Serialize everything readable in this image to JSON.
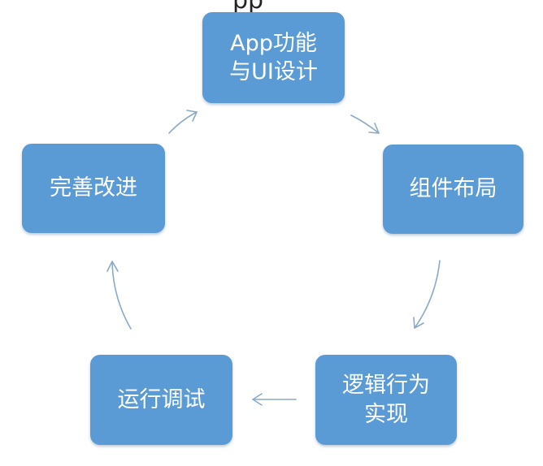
{
  "header_fragment": "pp",
  "steps": [
    {
      "line1": "App功能",
      "line2": "与UI设计"
    },
    {
      "line1": "组件布局",
      "line2": ""
    },
    {
      "line1": "逻辑行为",
      "line2": "实现"
    },
    {
      "line1": "运行调试",
      "line2": ""
    },
    {
      "line1": "完善改进",
      "line2": ""
    }
  ],
  "colors": {
    "node_fill": "#5b9bd5",
    "node_text": "#ffffff",
    "arrow": "#8aa9c8"
  },
  "flow": "cycle-clockwise"
}
